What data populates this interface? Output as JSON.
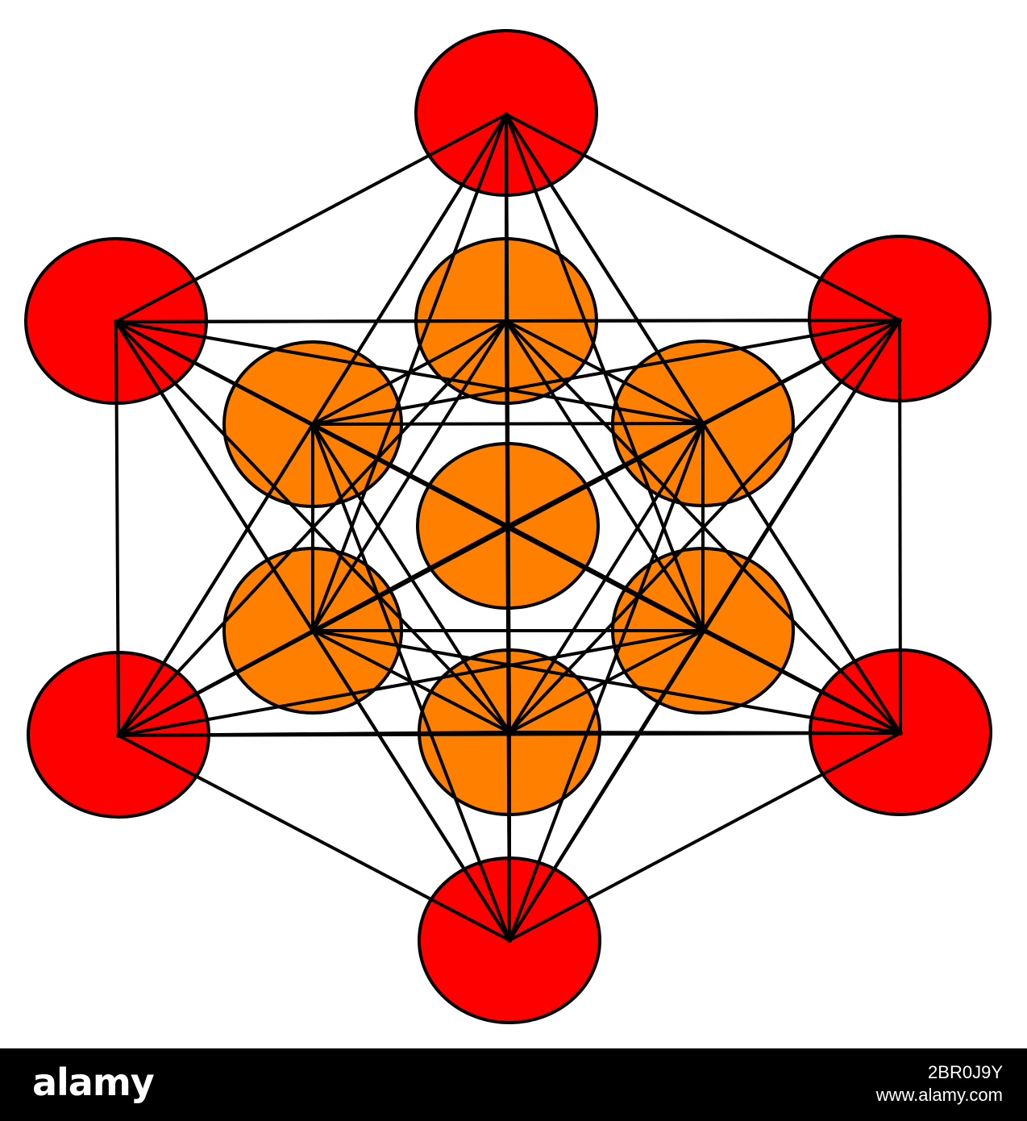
{
  "colors": {
    "outer_node_fill": "#ff0000",
    "inner_node_fill": "#ff8000",
    "stroke": "#000000",
    "background": "#ffffff",
    "footer_bar": "#000000",
    "footer_text": "#ffffff"
  },
  "diagram": {
    "outer_nodes": [
      "top",
      "upper-left",
      "upper-right",
      "lower-left",
      "lower-right",
      "bottom"
    ],
    "inner_nodes": [
      "inner-top",
      "inner-upper-left",
      "inner-upper-right",
      "center",
      "inner-lower-left",
      "inner-lower-right",
      "inner-bottom"
    ]
  },
  "footer": {
    "brand": "alamy",
    "image_id": "2BR0J9Y",
    "site": "www.alamy.com"
  }
}
